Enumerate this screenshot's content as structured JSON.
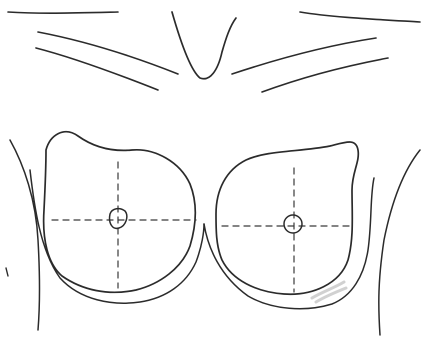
{
  "diagram": {
    "style": "hand-drawn line sketch",
    "colors": {
      "background": "#ffffff",
      "ink": "#2b2b2b",
      "dashed_ink": "#3a3a3a",
      "smudge": "#9a9a9a"
    },
    "regions": [
      {
        "id": "left-breast-outline",
        "marker": "nipple-areola",
        "crosshair": true
      },
      {
        "id": "right-breast-outline",
        "marker": "nipple-areola",
        "crosshair": true
      }
    ]
  }
}
